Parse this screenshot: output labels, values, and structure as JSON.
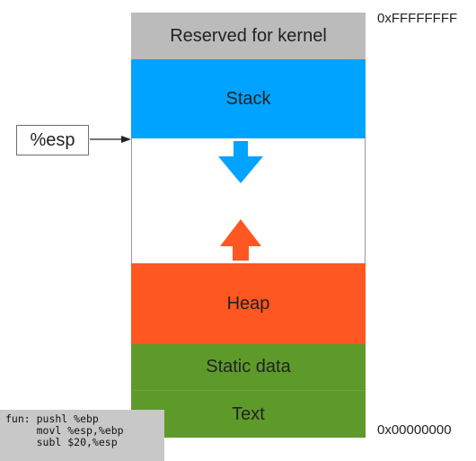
{
  "segments": {
    "reserved": "Reserved for kernel",
    "stack": "Stack",
    "heap": "Heap",
    "static_data": "Static data",
    "text": "Text"
  },
  "addresses": {
    "top": "0xFFFFFFFF",
    "bottom": "0x00000000"
  },
  "register": {
    "label": "%esp"
  },
  "code": {
    "lines": [
      "fun: pushl %ebp",
      "     movl %esp,%ebp",
      "     subl $20,%esp"
    ]
  },
  "colors": {
    "reserved": "#bbbbbb",
    "stack": "#00a3ff",
    "free": "#ffffff",
    "heap": "#ff5722",
    "static_data": "#5e9a2a",
    "text": "#5e9a2a",
    "stack_arrow": "#00a3ff",
    "heap_arrow": "#ff5722",
    "code_background": "#c8c8c8"
  },
  "icons": {
    "stack_growth": "arrow-down-icon",
    "heap_growth": "arrow-up-icon",
    "pointer": "arrow-right-icon"
  }
}
